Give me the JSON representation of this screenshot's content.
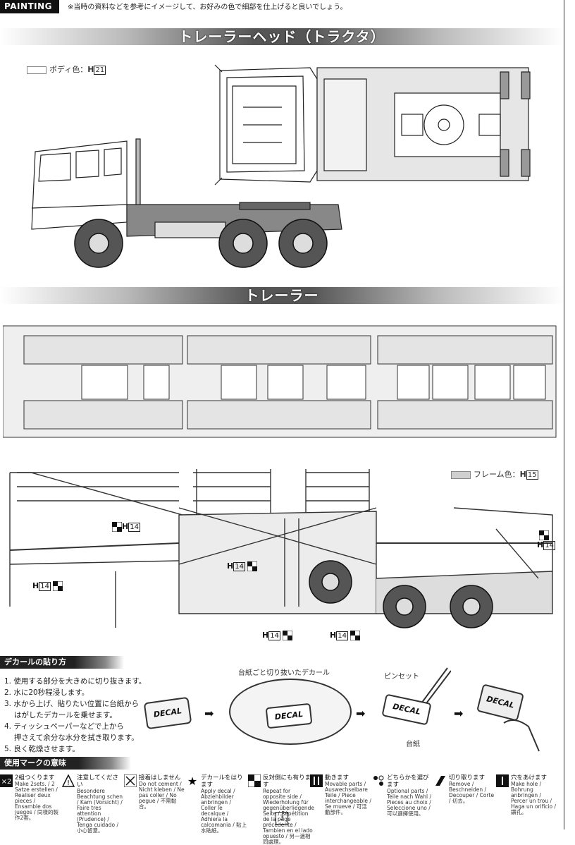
{
  "header": {
    "tag": "PAINTING",
    "note": "※当時の資料などを参考にイメージして、お好みの色で細部を仕上げると良いでしょう。"
  },
  "tractor": {
    "title": "トレーラーヘッド（トラクタ）",
    "body_color_label": "ボディ色：",
    "body_color_code": "21",
    "h": "H"
  },
  "trailer": {
    "title": "トレーラー",
    "frame_color_label": "フレーム色：",
    "frame_color_code": "15",
    "h": "H",
    "callout_code": "14"
  },
  "decal": {
    "title": "デカールの貼り方",
    "steps": [
      "1. 使用する部分を大きめに切り抜きます。",
      "2. 水に20秒程浸します。",
      "3. 水から上げ、貼りたい位置に台紙から",
      "　 はがしたデカールを乗せます。",
      "4. ティッシュペーパーなどで上から",
      "　 押さえて余分な水分を拭き取ります。",
      "5. 良く乾燥させます。"
    ],
    "dish_label": "台紙ごと切り抜いたデカール",
    "tweezers_label": "ピンセット",
    "backing_label": "台紙",
    "decal_word": "DECAL"
  },
  "marks": {
    "title": "使用マークの意味",
    "items": [
      {
        "jp": "2組つくります",
        "en": "Make 2sets. / 2 Satze erstellen / Realiser deux pieces / Ensamble dos juegos / 同樣的製作2套。",
        "icon": "x2-icon"
      },
      {
        "jp": "注意してください",
        "en": "Besondere Beachtung schen / Kam (Vorsicht) / Faire tres attention (Prudence) / Tenga cuidado / 小心留意。",
        "icon": "warning-icon"
      },
      {
        "jp": "接着はしません",
        "en": "Do not cement / Nicht kleben / Ne pas coller / No pegue / 不需黏合。",
        "icon": "no-glue-icon"
      },
      {
        "jp": "デカールをはります",
        "en": "Apply decal / Abziehbilder anbringen / Coller le decalque / Adhiera la calcomania / 貼上水貼紙。",
        "icon": "decal-star-icon"
      },
      {
        "jp": "反対側にも有ります",
        "en": "Repeat for opposite side / Wiederholung für gegenüberliegende Seite / Répétition de la page précédente / Tambien en el lado opuesto / 另一邊相同處理。",
        "icon": "opposite-side-icon"
      },
      {
        "jp": "動きます",
        "en": "Movable parts / Auswechselbare Teile / Piece interchangeable / Se mueve / 可活動部件。",
        "icon": "movable-icon"
      },
      {
        "jp": "どちらかを選びます",
        "en": "Optional parts / Teile nach Wahl / Pieces au choix / Seleccione uno / 可以選擇使用。",
        "icon": "optional-icon"
      },
      {
        "jp": "切り取ります",
        "en": "Remove / Beschneiden / Decouper / Corte / 切去。",
        "icon": "cut-icon"
      },
      {
        "jp": "穴をあけます",
        "en": "Make hole / Bohrung anbringen / Percer un trou / Haga un orificio / 鑽孔。",
        "icon": "drill-icon"
      }
    ]
  },
  "page_number": "3"
}
